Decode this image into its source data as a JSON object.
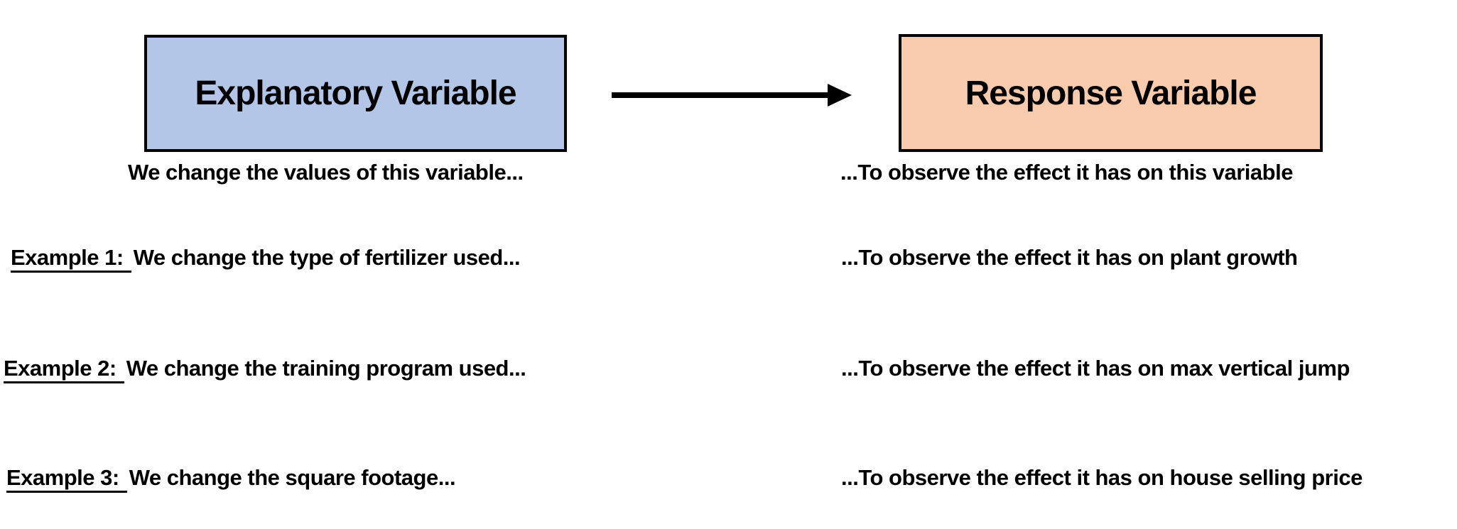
{
  "diagram": {
    "explanatory_box": {
      "label": "Explanatory Variable",
      "fill": "#b4c6e7",
      "border_color": "#000000"
    },
    "response_box": {
      "label": "Response Variable",
      "fill": "#f8cbad",
      "border_color": "#000000"
    },
    "arrow_color": "#000000",
    "explanatory_caption": "We change the values of this variable...",
    "response_caption": "...To observe the effect it has on this variable"
  },
  "examples": [
    {
      "prefix": "Example 1:",
      "rest": "We change the type of fertilizer used...",
      "right": "...To observe the effect it has on plant growth"
    },
    {
      "prefix": "Example 2:",
      "rest": "We change the training program used...",
      "right": "...To observe the effect it has on max vertical jump"
    },
    {
      "prefix": "Example 3:",
      "rest": "We change the square footage...",
      "right": "...To observe the effect it has on house selling price"
    }
  ]
}
